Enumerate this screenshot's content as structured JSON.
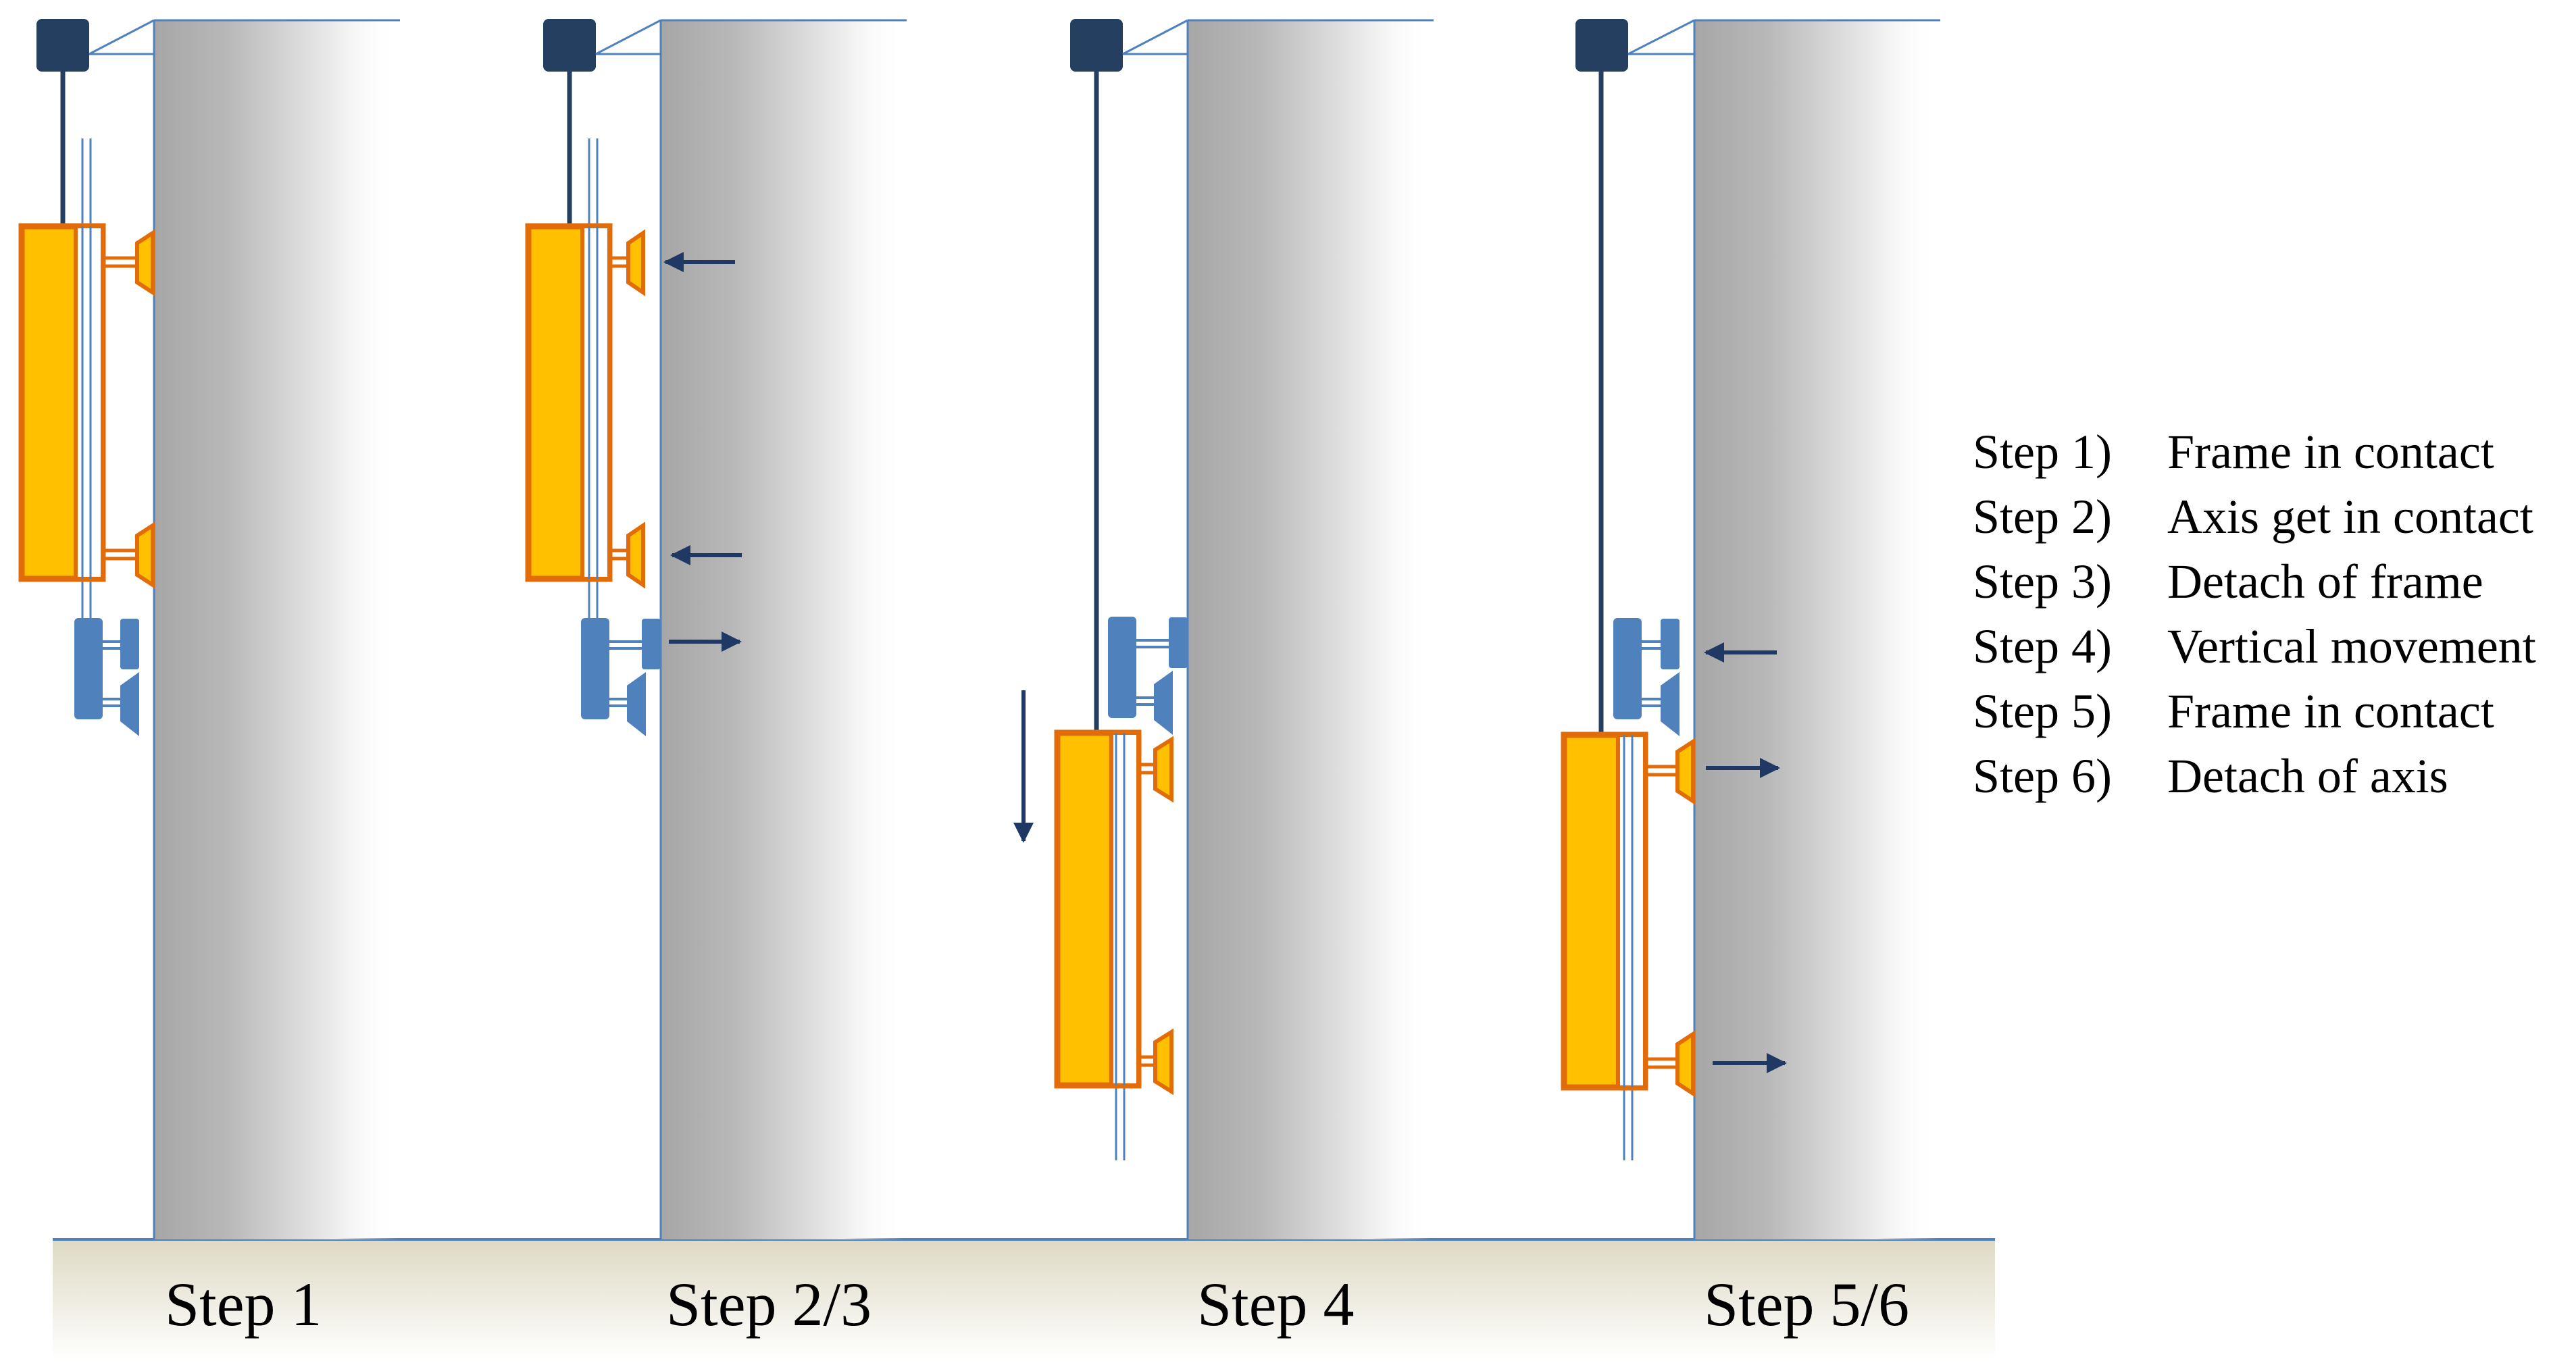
{
  "step_labels": [
    "Step 1",
    "Step 2/3",
    "Step 4",
    "Step 5/6"
  ],
  "legend": [
    {
      "step": "Step 1)",
      "text": "Frame in contact"
    },
    {
      "step": "Step 2)",
      "text": "Axis get in contact"
    },
    {
      "step": "Step 3)",
      "text": "Detach of frame"
    },
    {
      "step": "Step 4)",
      "text": "Vertical movement"
    },
    {
      "step": "Step 5)",
      "text": "Frame in contact"
    },
    {
      "step": "Step 6)",
      "text": "Detach of axis"
    }
  ],
  "colors": {
    "wall_dark": "#a6a6a6",
    "frame_fill": "#ffc000",
    "frame_stroke": "#e36c0a",
    "axis_fill": "#4f81bd",
    "winch": "#243f60",
    "arrow": "#1f3864",
    "ground": "#ddd9c3"
  }
}
